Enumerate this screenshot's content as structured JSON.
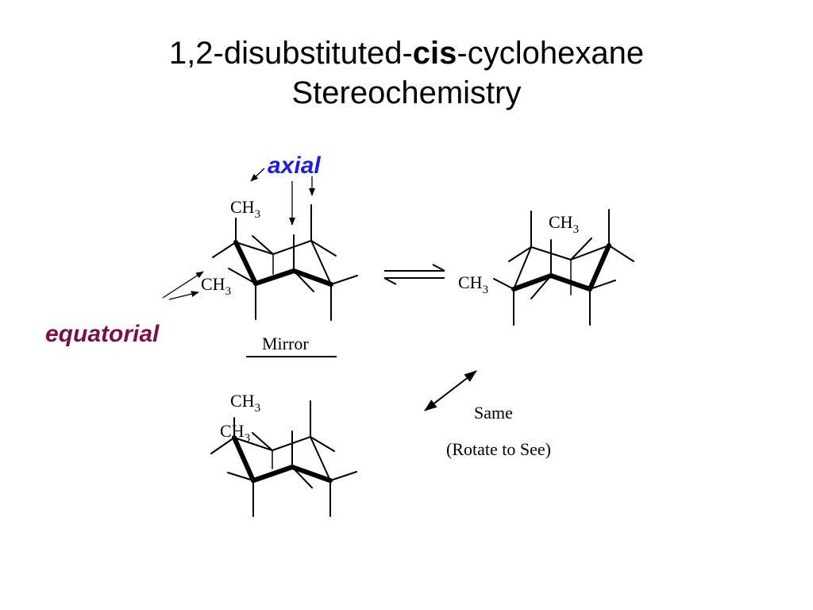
{
  "title": {
    "prefix": "1,2-disubstituted-",
    "bold": "cis",
    "suffix": "-cyclohexane",
    "line2": "Stereochemistry"
  },
  "labels": {
    "axial": "axial",
    "equatorial": "equatorial",
    "mirror": "Mirror",
    "same": "Same",
    "rotate": "(Rotate to See)"
  },
  "substituent": {
    "base": "CH",
    "sub": "3"
  },
  "colors": {
    "axial": "#1f1fd6",
    "equatorial": "#7a1048",
    "ink": "#000000"
  }
}
